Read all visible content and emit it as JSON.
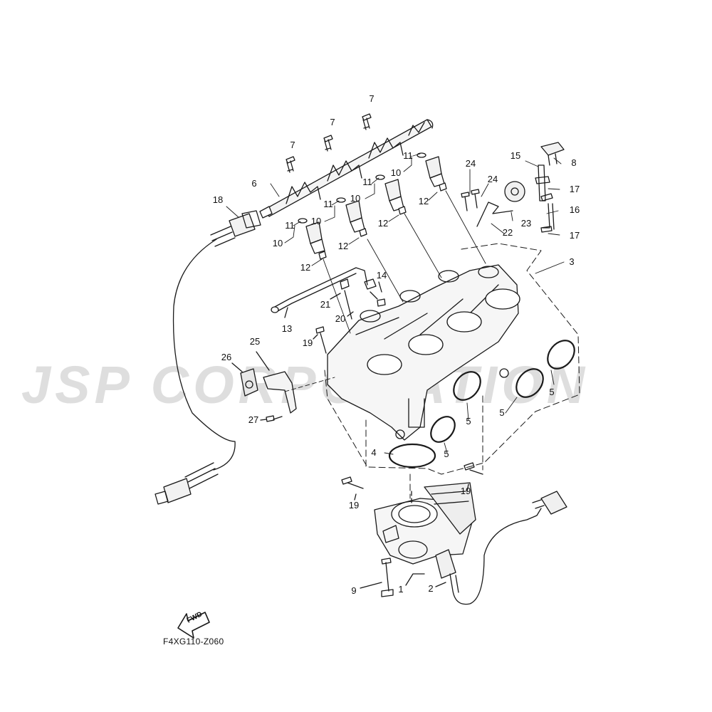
{
  "watermark": "JSP CORPORATION",
  "figure_code": "F4XG110-Z060",
  "fwd_label": "FWD",
  "callouts": [
    {
      "id": "c7a",
      "text": "7"
    },
    {
      "id": "c7b",
      "text": "7"
    },
    {
      "id": "c7c",
      "text": "7"
    },
    {
      "id": "c6",
      "text": "6"
    },
    {
      "id": "c18",
      "text": "18"
    },
    {
      "id": "c11a",
      "text": "11"
    },
    {
      "id": "c10a",
      "text": "10"
    },
    {
      "id": "c12a",
      "text": "12"
    },
    {
      "id": "c11b",
      "text": "11"
    },
    {
      "id": "c10b",
      "text": "10"
    },
    {
      "id": "c12b",
      "text": "12"
    },
    {
      "id": "c11c",
      "text": "11"
    },
    {
      "id": "c10c",
      "text": "10"
    },
    {
      "id": "c12c",
      "text": "12"
    },
    {
      "id": "c11d",
      "text": "11"
    },
    {
      "id": "c10d",
      "text": "10"
    },
    {
      "id": "c12d",
      "text": "12"
    },
    {
      "id": "c24a",
      "text": "24"
    },
    {
      "id": "c24b",
      "text": "24"
    },
    {
      "id": "c15",
      "text": "15"
    },
    {
      "id": "c8",
      "text": "8"
    },
    {
      "id": "c17a",
      "text": "17"
    },
    {
      "id": "c16",
      "text": "16"
    },
    {
      "id": "c17b",
      "text": "17"
    },
    {
      "id": "c23",
      "text": "23"
    },
    {
      "id": "c22",
      "text": "22"
    },
    {
      "id": "c3",
      "text": "3"
    },
    {
      "id": "c14",
      "text": "14"
    },
    {
      "id": "c21",
      "text": "21"
    },
    {
      "id": "c20",
      "text": "20"
    },
    {
      "id": "c13",
      "text": "13"
    },
    {
      "id": "c19a",
      "text": "19"
    },
    {
      "id": "c25",
      "text": "25"
    },
    {
      "id": "c26",
      "text": "26"
    },
    {
      "id": "c27",
      "text": "27"
    },
    {
      "id": "c5a",
      "text": "5"
    },
    {
      "id": "c5b",
      "text": "5"
    },
    {
      "id": "c5c",
      "text": "5"
    },
    {
      "id": "c5d",
      "text": "5"
    },
    {
      "id": "c4",
      "text": "4"
    },
    {
      "id": "c19b",
      "text": "19"
    },
    {
      "id": "c19c",
      "text": "19"
    },
    {
      "id": "c9",
      "text": "9"
    },
    {
      "id": "c1",
      "text": "1"
    },
    {
      "id": "c2",
      "text": "2"
    }
  ]
}
